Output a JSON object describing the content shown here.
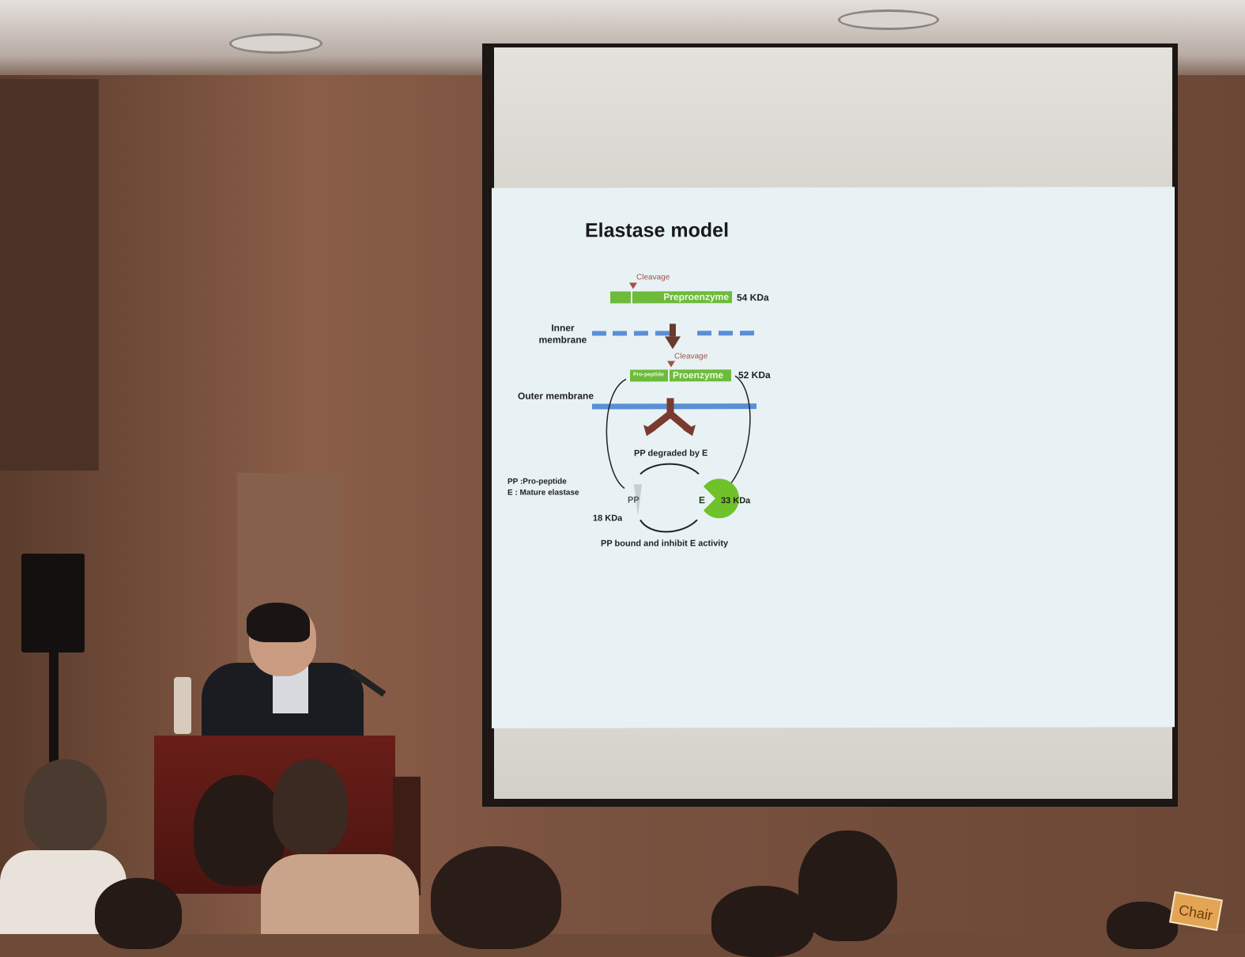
{
  "slide": {
    "title": "Elastase model",
    "cleavage_top": "Cleavage",
    "signal_label": "",
    "preproenzyme": "Preproenzyme",
    "preproenzyme_size": "54 KDa",
    "inner_membrane": "Inner membrane",
    "cleavage_mid": "Cleavage",
    "propeptide": "Pro-peptide",
    "proenzyme": "Proenzyme",
    "proenzyme_size": "52 KDa",
    "outer_membrane": "Outer membrane",
    "pp_degraded": "PP degraded by E",
    "legend_pp": "PP :Pro-peptide",
    "legend_e": "E : Mature elastase",
    "pp": "PP",
    "pp_size": "18 KDa",
    "e": "E",
    "e_size": "33 KDa",
    "pp_bound": "PP bound and inhibit E activity"
  },
  "room": {
    "chair_sign": "Chair"
  },
  "colors": {
    "green": "#6dbb3a",
    "membrane": "#5b8fd6",
    "arrow": "#7a3b2e"
  }
}
